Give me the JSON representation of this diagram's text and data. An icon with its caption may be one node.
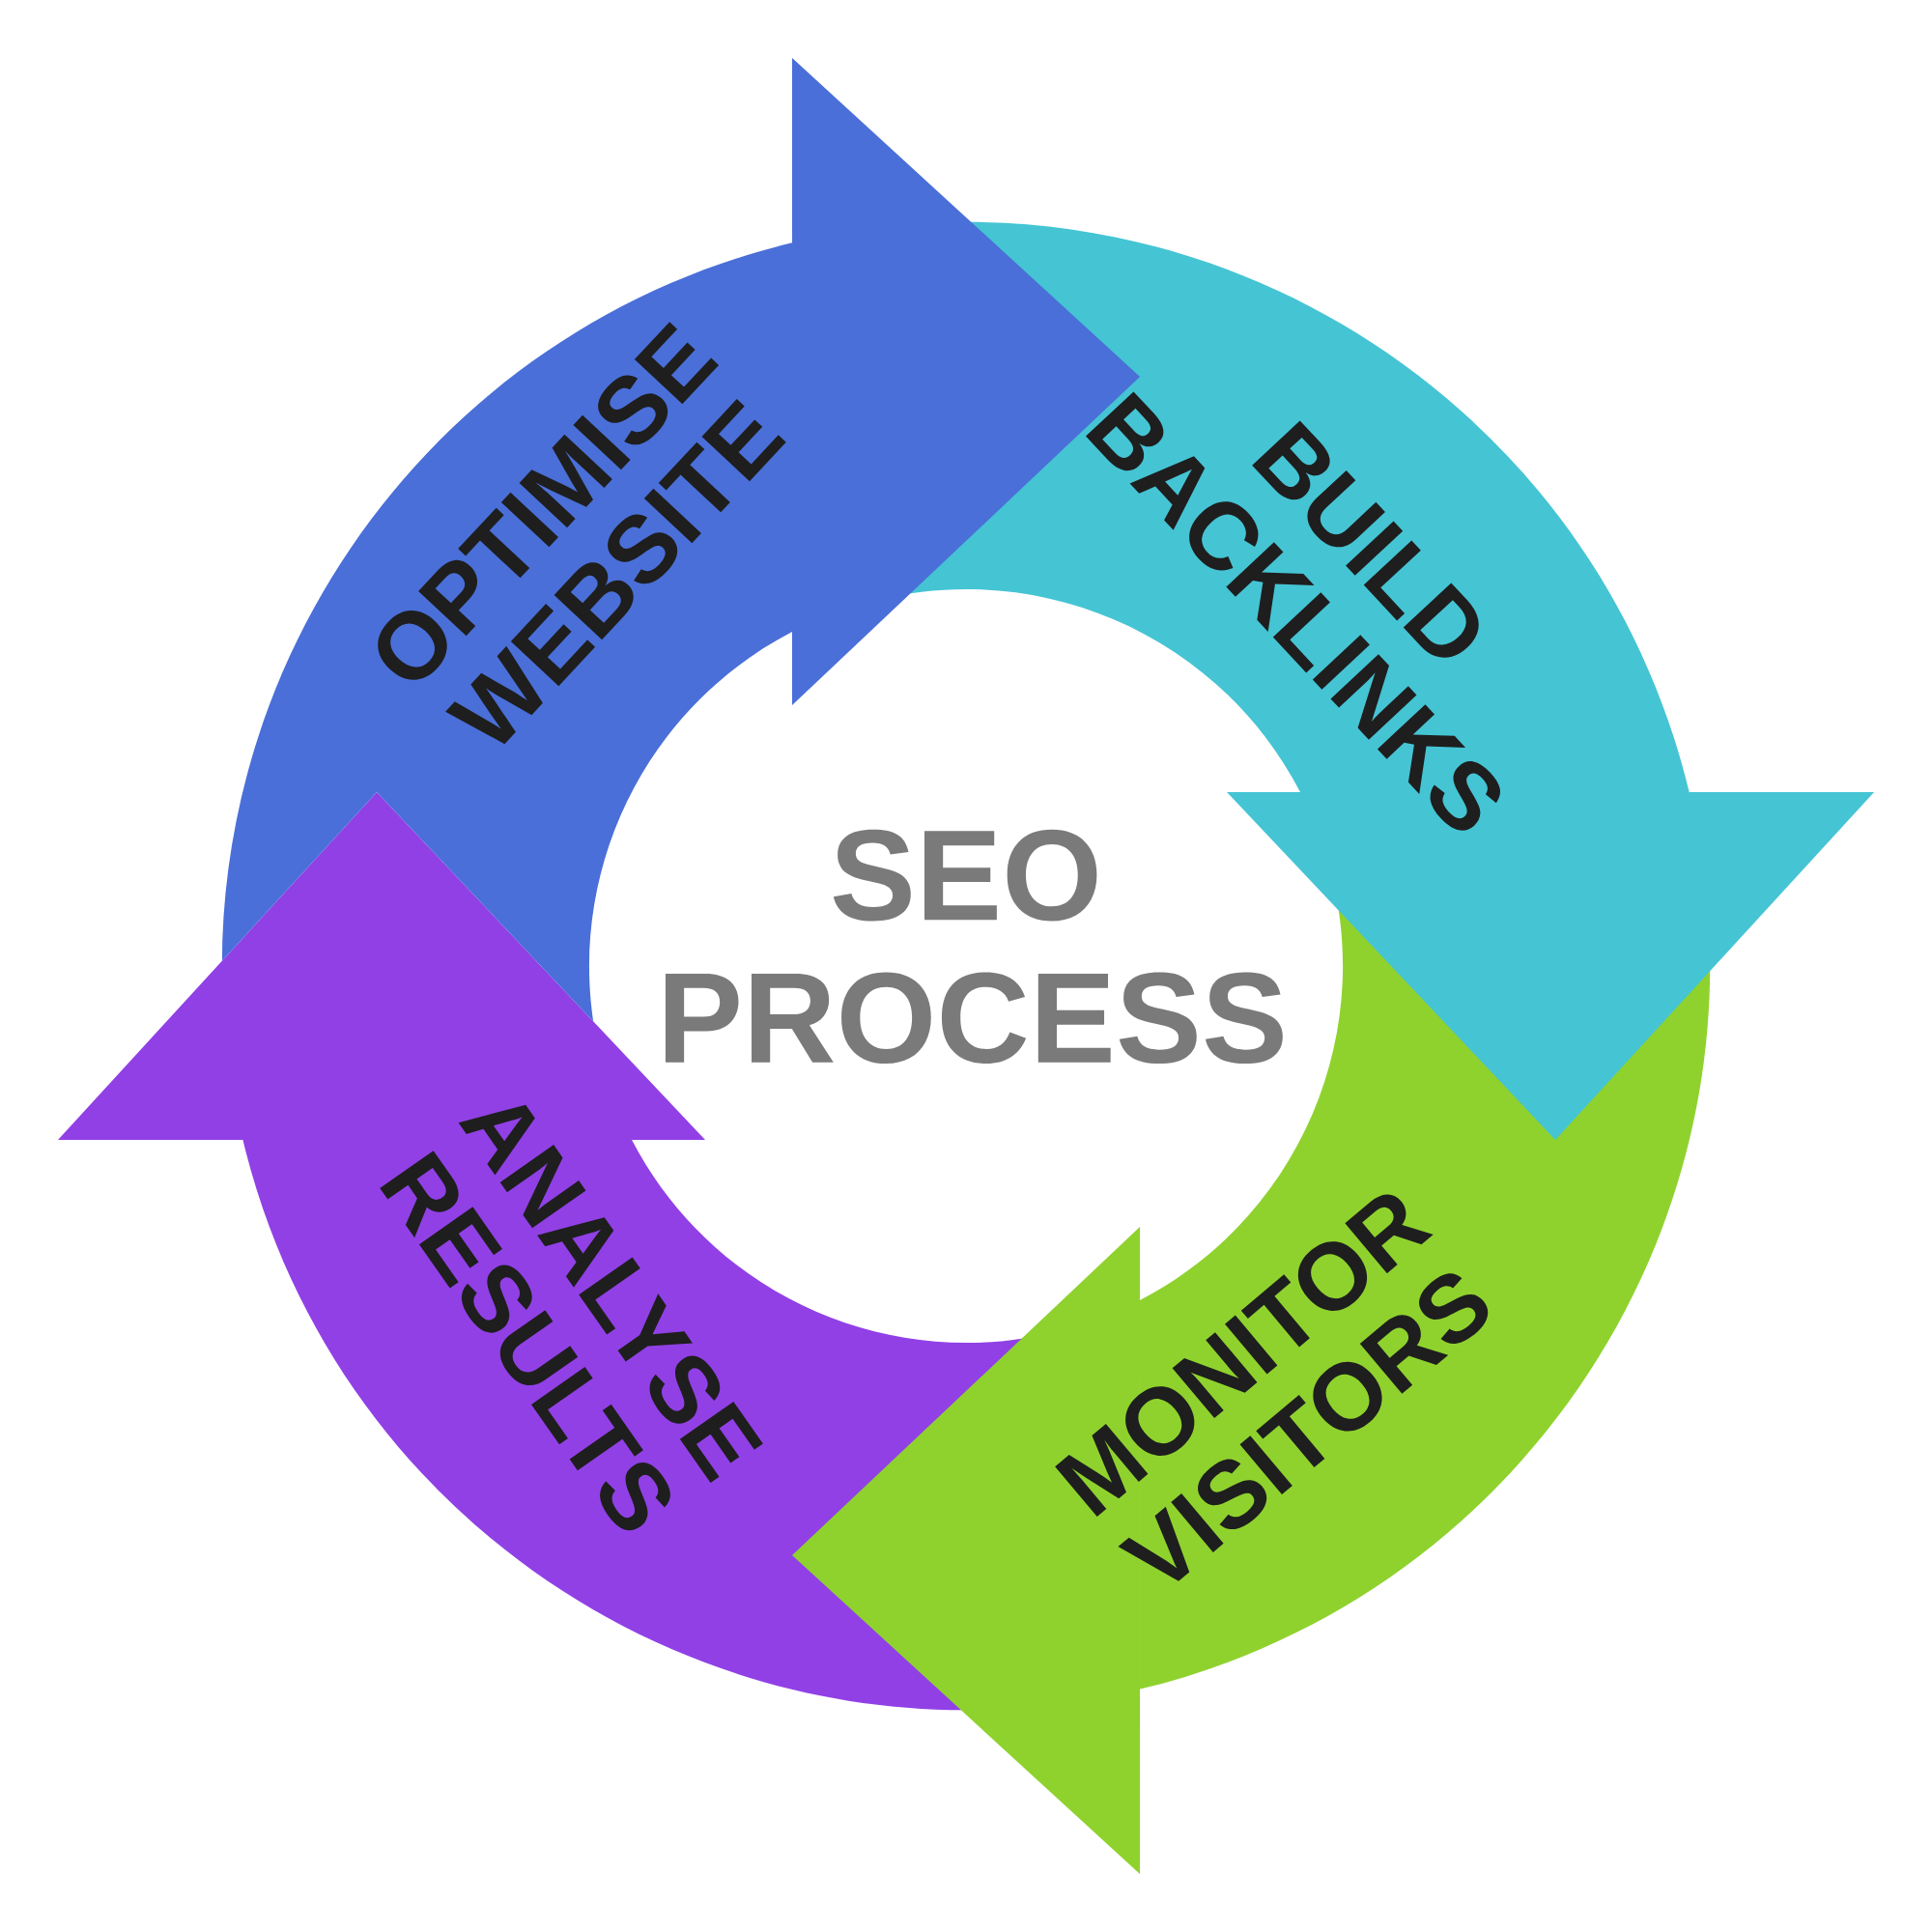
{
  "diagram": {
    "nodes": [
      {
        "text": [
          "OPTIMISE WEBSITE"
        ]
      },
      {
        "text": [
          "BUILD BACKLINKS"
        ]
      },
      {
        "text": [
          "MONITOR VISITORS"
        ]
      },
      {
        "text": [
          "ANALYSE RESULTS"
        ]
      }
    ],
    "labels": [
      "SEO PROCESS"
    ]
  }
}
